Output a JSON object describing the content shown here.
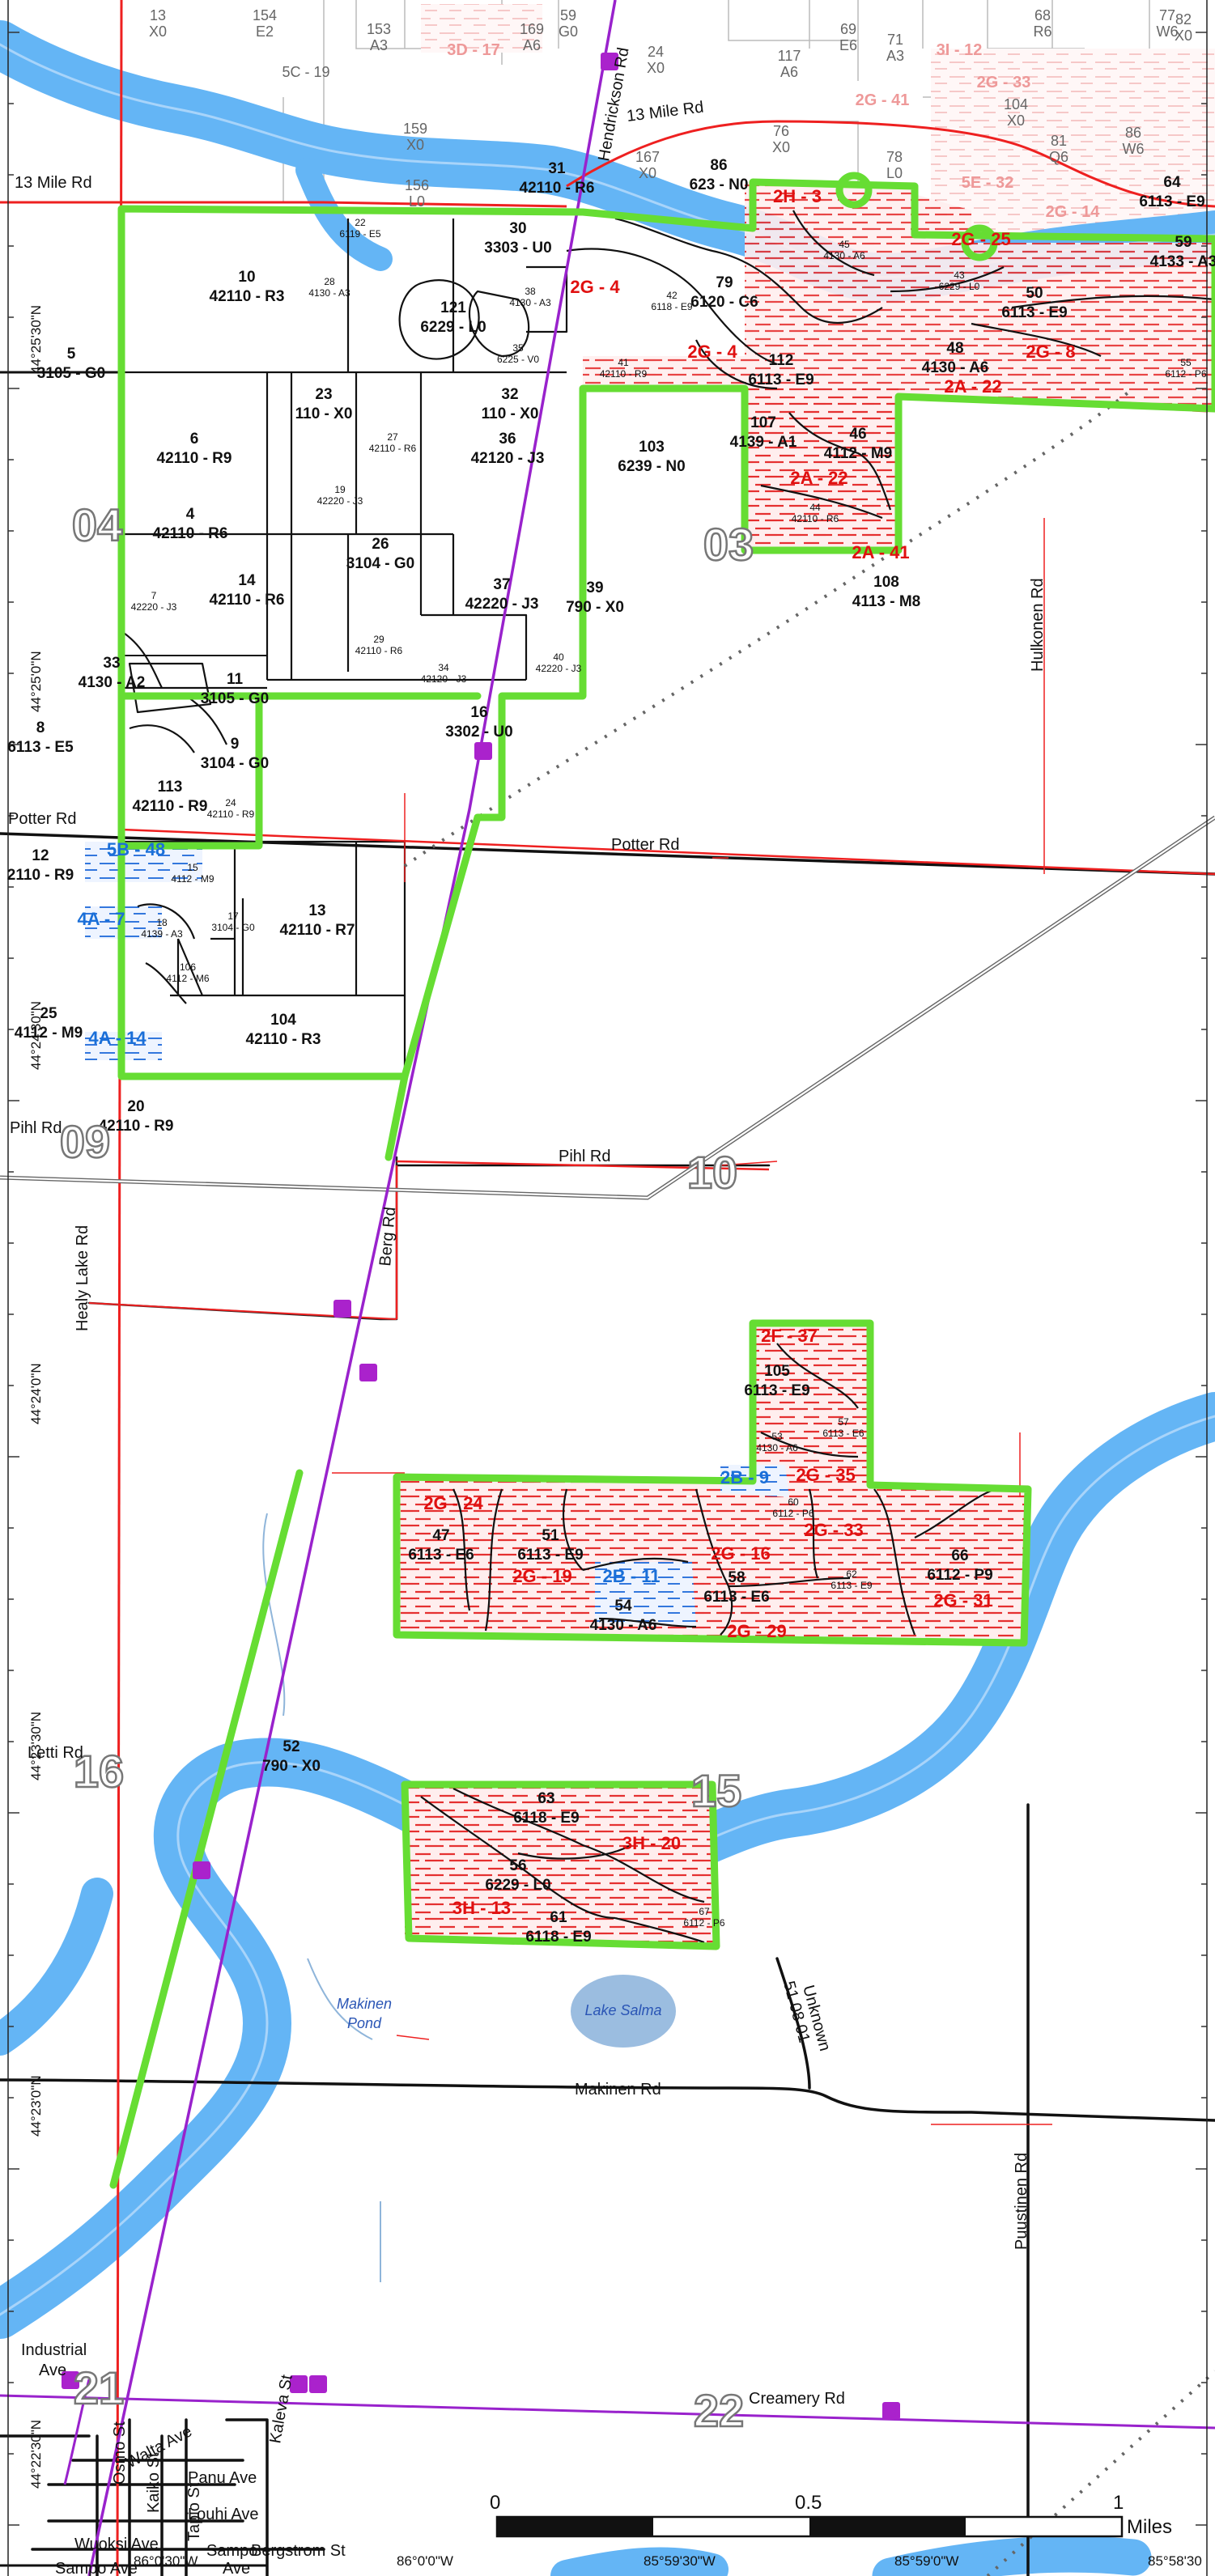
{
  "colors": {
    "water": "#64b5f5",
    "boundary": "#66dd33",
    "section_line": "#ee2020",
    "railroad_purple": "#9922cc",
    "stand_red": "#e01010",
    "stand_blue": "#1a6fd8"
  },
  "roads": {
    "thirteen_mile_top": "13 Mile Rd",
    "thirteen_mile_left": "13 Mile Rd",
    "hendrickson": "Hendrickson Rd",
    "hulkonen": "Hulkonen Rd",
    "potter_left": "Potter Rd",
    "potter_center": "Potter Rd",
    "pihl_left": "Pihl Rd",
    "pihl_center": "Pihl Rd",
    "berg": "Berg Rd",
    "healy_lake": "Healy Lake Rd",
    "letti": "Letti Rd",
    "makinen": "Makinen Rd",
    "unknown_1": "Unknown",
    "unknown_2": "51 08 01",
    "puustinen": "Puustinen Rd",
    "industrial_1": "Industrial",
    "industrial_2": "Ave",
    "creamery": "Creamery Rd",
    "walta": "Walta Ave",
    "panu": "Panu Ave",
    "louhi": "Louhi Ave",
    "bergstrom": "Bergstrom St",
    "wuoksi": "Wuoksi Ave",
    "sampo_ave": "Sampo Ave",
    "osmo": "Osmo St",
    "kaiko": "Kaiko St",
    "tapio": "Tapio St",
    "kaleva": "Kaleva St",
    "sampo_2": "Sampo",
    "sampo_3": "Ave"
  },
  "water_labels": {
    "makinen_pond_1": "Makinen",
    "makinen_pond_2": "Pond",
    "lake_salma": "Lake Salma"
  },
  "sections": [
    "04",
    "03",
    "09",
    "10",
    "16",
    "15",
    "21",
    "22"
  ],
  "coordinates": {
    "lat_1": "44°25'30\"N",
    "lat_2": "44°25'0\"N",
    "lat_3": "44°24'30\"N",
    "lat_4": "44°24'0\"N",
    "lat_5": "44°23'30\"N",
    "lat_6": "44°23'0\"N",
    "lat_7": "44°22'30\"N",
    "lon_1": "86°0'30\"W",
    "lon_2": "86°0'0\"W",
    "lon_3": "85°59'30\"W",
    "lon_4": "85°59'0\"W",
    "lon_5": "85°58'30"
  },
  "scale": {
    "zero": "0",
    "half": "0.5",
    "one": "1",
    "unit": "Miles"
  },
  "stands_red": [
    "2H - 3",
    "2G - 4",
    "2G - 4",
    "2G - 8",
    "2A - 22",
    "2A - 22",
    "2A - 41",
    "2G - 25",
    "2F - 37",
    "2G - 35",
    "2G - 24",
    "2G - 33",
    "2G - 16",
    "2G - 19",
    "2G - 31",
    "2G - 29",
    "3H - 20",
    "3H - 13"
  ],
  "stands_blue": [
    "5B - 48",
    "4A - 7",
    "4A - 14",
    "2B - 9",
    "2B - 11"
  ],
  "parcels": [
    {
      "num": "31",
      "code": "42110 - R6"
    },
    {
      "num": "86",
      "code": "623 - N0"
    },
    {
      "num": "64",
      "code": "6113 - E9"
    },
    {
      "num": "59",
      "code": "4133 - A3"
    },
    {
      "num": "10",
      "code": "42110 - R3"
    },
    {
      "num": "30",
      "code": "3303 - U0"
    },
    {
      "num": "79",
      "code": "6120 - C6"
    },
    {
      "num": "50",
      "code": "6113 - E9"
    },
    {
      "num": "5",
      "code": "3105 - G0"
    },
    {
      "num": "121",
      "code": "6229 - L0"
    },
    {
      "num": "112",
      "code": "6113 - E9"
    },
    {
      "num": "48",
      "code": "4130 - A6"
    },
    {
      "num": "32",
      "code": "110 - X0"
    },
    {
      "num": "23",
      "code": "110 - X0"
    },
    {
      "num": "6",
      "code": "42110 - R9"
    },
    {
      "num": "36",
      "code": "42120 - J3"
    },
    {
      "num": "103",
      "code": "6239 - N0"
    },
    {
      "num": "107",
      "code": "4139 - A1"
    },
    {
      "num": "46",
      "code": "4112 - M9"
    },
    {
      "num": "4",
      "code": "42110 - R6"
    },
    {
      "num": "26",
      "code": "3104 - G0"
    },
    {
      "num": "14",
      "code": "42110 - R6"
    },
    {
      "num": "37",
      "code": "42220 - J3"
    },
    {
      "num": "39",
      "code": "790 - X0"
    },
    {
      "num": "108",
      "code": "4113 - M8"
    },
    {
      "num": "33",
      "code": "4130 - A2"
    },
    {
      "num": "11",
      "code": "3105 - G0"
    },
    {
      "num": "8",
      "code": "6113 - E5"
    },
    {
      "num": "9",
      "code": "3104 - G0"
    },
    {
      "num": "16",
      "code": "3302 - U0"
    },
    {
      "num": "113",
      "code": "42110 - R9"
    },
    {
      "num": "12",
      "code": "2110 - R9"
    },
    {
      "num": "13",
      "code": "42110 - R7"
    },
    {
      "num": "25",
      "code": "4112 - M9"
    },
    {
      "num": "104",
      "code": "42110 - R3"
    },
    {
      "num": "20",
      "code": "42110 - R9"
    },
    {
      "num": "105",
      "code": "6113 - E9"
    },
    {
      "num": "47",
      "code": "6113 - E6"
    },
    {
      "num": "51",
      "code": "6113 - E9"
    },
    {
      "num": "66",
      "code": "6112 - P9"
    },
    {
      "num": "58",
      "code": "6113 - E6"
    },
    {
      "num": "54",
      "code": "4130 - A6"
    },
    {
      "num": "52",
      "code": "790 - X0"
    },
    {
      "num": "63",
      "code": "6118 - E9"
    },
    {
      "num": "56",
      "code": "6229 - L0"
    },
    {
      "num": "61",
      "code": "6118 - E9"
    }
  ],
  "small_parcels": [
    {
      "num": "22",
      "code": "6119 - E5"
    },
    {
      "num": "28",
      "code": "4130 - A3"
    },
    {
      "num": "38",
      "code": "4130 - A3"
    },
    {
      "num": "35",
      "code": "6225 - V0"
    },
    {
      "num": "42",
      "code": "6118 - E9"
    },
    {
      "num": "45",
      "code": "4130 - A6"
    },
    {
      "num": "43",
      "code": "6229 - L0"
    },
    {
      "num": "41",
      "code": "42110 - R9"
    },
    {
      "num": "55",
      "code": "6112 - P6"
    },
    {
      "num": "27",
      "code": "42110 - R6"
    },
    {
      "num": "19",
      "code": "42220 - J3"
    },
    {
      "num": "44",
      "code": "42110 - R6"
    },
    {
      "num": "7",
      "code": "42220 - J3"
    },
    {
      "num": "29",
      "code": "42110 - R6"
    },
    {
      "num": "34",
      "code": "42120 - J3"
    },
    {
      "num": "40",
      "code": "42220 - J3"
    },
    {
      "num": "24",
      "code": "42110 - R9"
    },
    {
      "num": "15",
      "code": "4112 - M9"
    },
    {
      "num": "18",
      "code": "4139 - A3"
    },
    {
      "num": "17",
      "code": "3104 - G0"
    },
    {
      "num": "106",
      "code": "4112 - M6"
    },
    {
      "num": "57",
      "code": "6113 - E6"
    },
    {
      "num": "53",
      "code": "4130 - A6"
    },
    {
      "num": "60",
      "code": "6112 - P6"
    },
    {
      "num": "62",
      "code": "6113 - E9"
    },
    {
      "num": "67",
      "code": "6112 - P6"
    }
  ],
  "background_parcels": [
    {
      "num": "13",
      "code": "X0"
    },
    {
      "num": "154",
      "code": "E2"
    },
    {
      "num": "153",
      "code": "A3"
    },
    {
      "num": "169",
      "code": "A6"
    },
    {
      "num": "59",
      "code": "G0"
    },
    {
      "num": "24",
      "code": "X0"
    },
    {
      "num": "117",
      "code": "A6"
    },
    {
      "num": "69",
      "code": "E6"
    },
    {
      "num": "71",
      "code": "A3"
    },
    {
      "num": "68",
      "code": "R6"
    },
    {
      "num": "77",
      "code": "W6"
    },
    {
      "num": "82",
      "code": "X0"
    },
    {
      "num": "159",
      "code": "X0"
    },
    {
      "num": "167",
      "code": "X0"
    },
    {
      "num": "156",
      "code": "L0"
    },
    {
      "num": "104",
      "code": "X0"
    },
    {
      "num": "81",
      "code": "Q6"
    },
    {
      "num": "86",
      "code": "W6"
    },
    {
      "num": "78",
      "code": "L0"
    },
    {
      "num": "76",
      "code": "X0"
    }
  ],
  "background_stands": [
    "3D - 17",
    "3I - 12",
    "2G - 33",
    "2G - 41",
    "5E - 32",
    "2G - 14",
    "5C - 19"
  ]
}
